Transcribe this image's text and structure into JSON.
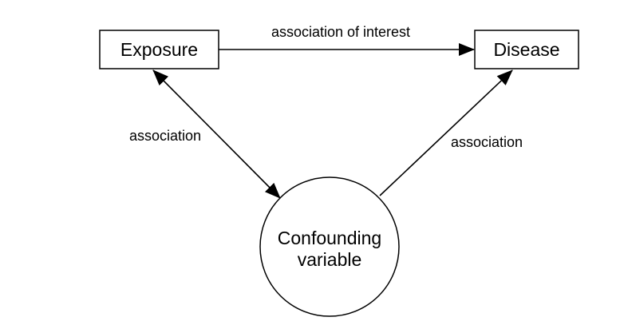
{
  "nodes": {
    "exposure": {
      "label": "Exposure"
    },
    "disease": {
      "label": "Disease"
    },
    "confounder": {
      "line1": "Confounding",
      "line2": "variable"
    }
  },
  "edges": {
    "exposure_to_disease": {
      "label": "association of interest"
    },
    "confounder_to_exposure": {
      "label": "association"
    },
    "confounder_to_disease": {
      "label": "association"
    }
  },
  "colors": {
    "stroke": "#000000",
    "background": "#ffffff"
  }
}
